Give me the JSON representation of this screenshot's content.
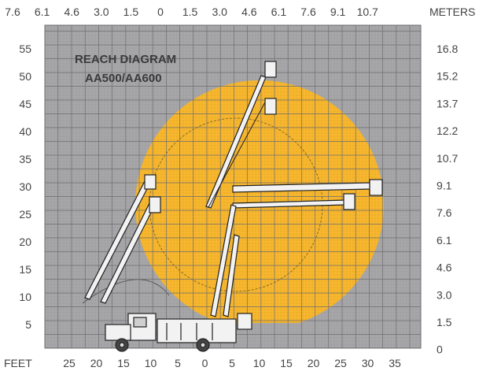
{
  "title_line1": "REACH DIAGRAM",
  "title_line2": "AA500/AA600",
  "units": {
    "top": "METERS",
    "bottom": "FEET"
  },
  "meters_top_ticks": [
    "7.6",
    "6.1",
    "4.6",
    "3.0",
    "1.5",
    "0",
    "1.5",
    "3.0",
    "4.6",
    "6.1",
    "7.6",
    "9.1",
    "10.7"
  ],
  "feet_bottom_ticks": [
    "25",
    "20",
    "15",
    "10",
    "5",
    "0",
    "5",
    "10",
    "15",
    "20",
    "25",
    "30",
    "35"
  ],
  "feet_left_ticks": [
    "55",
    "50",
    "45",
    "40",
    "35",
    "30",
    "25",
    "20",
    "15",
    "10",
    "5"
  ],
  "meters_right_ticks": [
    "16.8",
    "15.2",
    "13.7",
    "12.2",
    "10.7",
    "9.1",
    "7.6",
    "6.1",
    "4.6",
    "3.0",
    "1.5",
    "0"
  ],
  "colors": {
    "grid_bg": "#a6a6a8",
    "grid_line": "#6e6e70",
    "reach_area": "#f6b62e",
    "boom": "#f2f2f2",
    "outline": "#222222"
  },
  "icons": [
    "utility-truck-icon",
    "aerial-bucket-icon"
  ]
}
